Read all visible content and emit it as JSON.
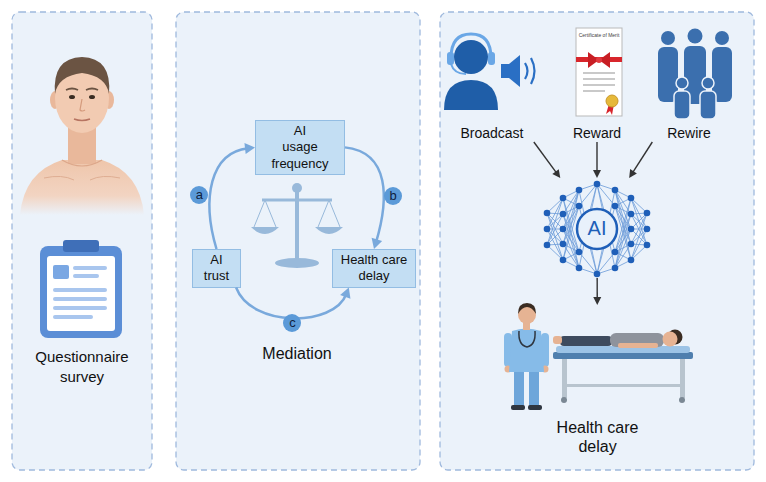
{
  "diagram": {
    "nodes": [
      {
        "text": [
          "AI usage frequency"
        ]
      },
      {
        "text": [
          "AI trust"
        ]
      },
      {
        "text": [
          "Health care delay"
        ]
      },
      {
        "text": [
          "Broadcast"
        ]
      },
      {
        "text": [
          "Reward"
        ]
      },
      {
        "text": [
          "Rewire"
        ]
      },
      {
        "text": [
          "AI"
        ]
      },
      {
        "text": [
          "Health care delay"
        ]
      }
    ],
    "edges": [
      {
        "from": 1,
        "to": 0,
        "label": "a",
        "arrow": "to"
      },
      {
        "from": 0,
        "to": 2,
        "label": "b",
        "arrow": "to"
      },
      {
        "from": 1,
        "to": 2,
        "label": "c",
        "arrow": "to"
      },
      {
        "from": 3,
        "to": 6,
        "arrow": "to"
      },
      {
        "from": 4,
        "to": 6,
        "arrow": "to"
      },
      {
        "from": 5,
        "to": 6,
        "arrow": "to"
      },
      {
        "from": 6,
        "to": 7,
        "arrow": "to"
      }
    ],
    "labels": [
      "Questionnaire survey",
      "Mediation",
      "Certificate of Merit"
    ]
  }
}
